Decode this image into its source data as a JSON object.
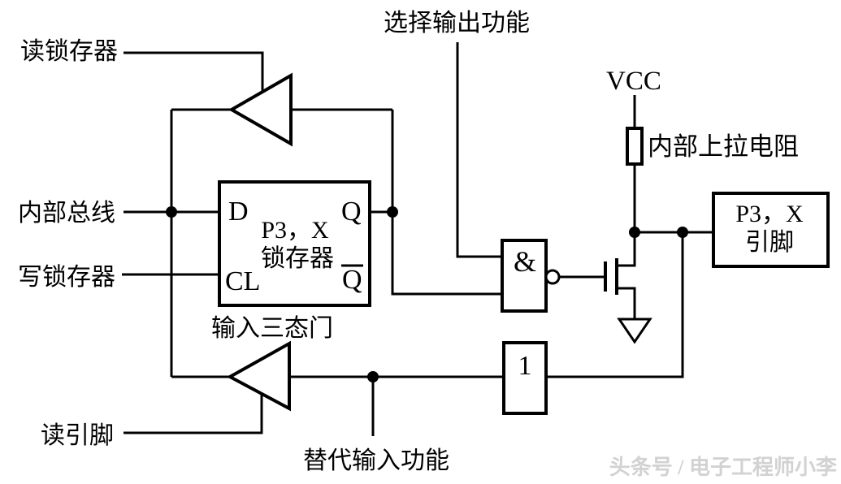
{
  "labels": {
    "read_latch": "读锁存器",
    "select_output_function": "选择输出功能",
    "vcc": "VCC",
    "internal_pullup_resistor": "内部上拉电阻",
    "internal_bus": "内部总线",
    "write_latch": "写锁存器",
    "input_tristate_gate": "输入三态门",
    "read_pin": "读引脚",
    "alternate_input_function": "替代输入功能"
  },
  "latch": {
    "pin_d": "D",
    "pin_cl": "CL",
    "pin_q": "Q",
    "pin_q_bar": "Q",
    "name_line1": "P3，X",
    "name_line2": "锁存器"
  },
  "pin_box": {
    "line1": "P3，X",
    "line2": "引脚"
  },
  "gates": {
    "nand_symbol": "&",
    "inverter_symbol": "1"
  },
  "watermark": "头条号 / 电子工程师小李",
  "colors": {
    "line": "#000000",
    "background": "#ffffff",
    "watermark": "#d2d2d2"
  }
}
